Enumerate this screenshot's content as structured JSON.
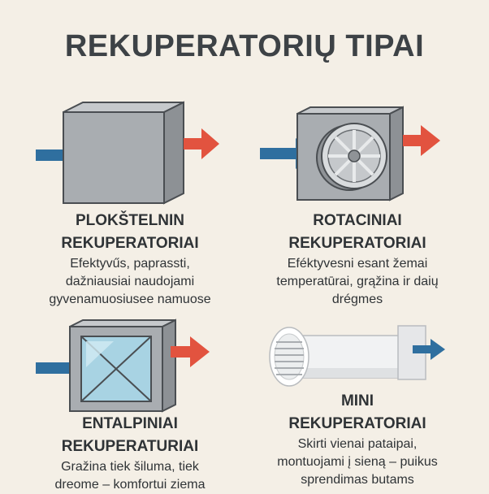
{
  "title": "REKUPERATORIŲ TIPAI",
  "types": [
    {
      "name_line1": "PLOKŠTELNIN",
      "name_line2": "REKUPERATORIAI",
      "desc_line1": "Efektyvűs, paprassti,",
      "desc_line2": "dažniausiai naudojami",
      "desc_line3": "gyvenamuosiusee namuose"
    },
    {
      "name_line1": "ROTACINIAI",
      "name_line2": "REKUPERATORIAI",
      "desc_line1": "Eféktyvesni esant žemai",
      "desc_line2": "temperatūrai, grąžina ir daių",
      "desc_line3": "drégmes"
    },
    {
      "name_line1": "ENTALPINIAI",
      "name_line2": "REKUPERATURIAI",
      "desc_line1": "Gražina tiek šiluma, tiek",
      "desc_line2": "dreome – komfortui ziema",
      "desc_line3": ""
    },
    {
      "name_line1": "MINI",
      "name_line2": "REKUPERATORIAI",
      "desc_line1": "Skirti vienai pataipai,",
      "desc_line2": "montuojami į sieną – puikus",
      "desc_line3": "sprendimas butams"
    }
  ],
  "colors": {
    "inflow_arrow": "#2f6f9f",
    "outflow_arrow": "#e2533f",
    "box": "#a9adb1",
    "background": "#f4efe6"
  }
}
